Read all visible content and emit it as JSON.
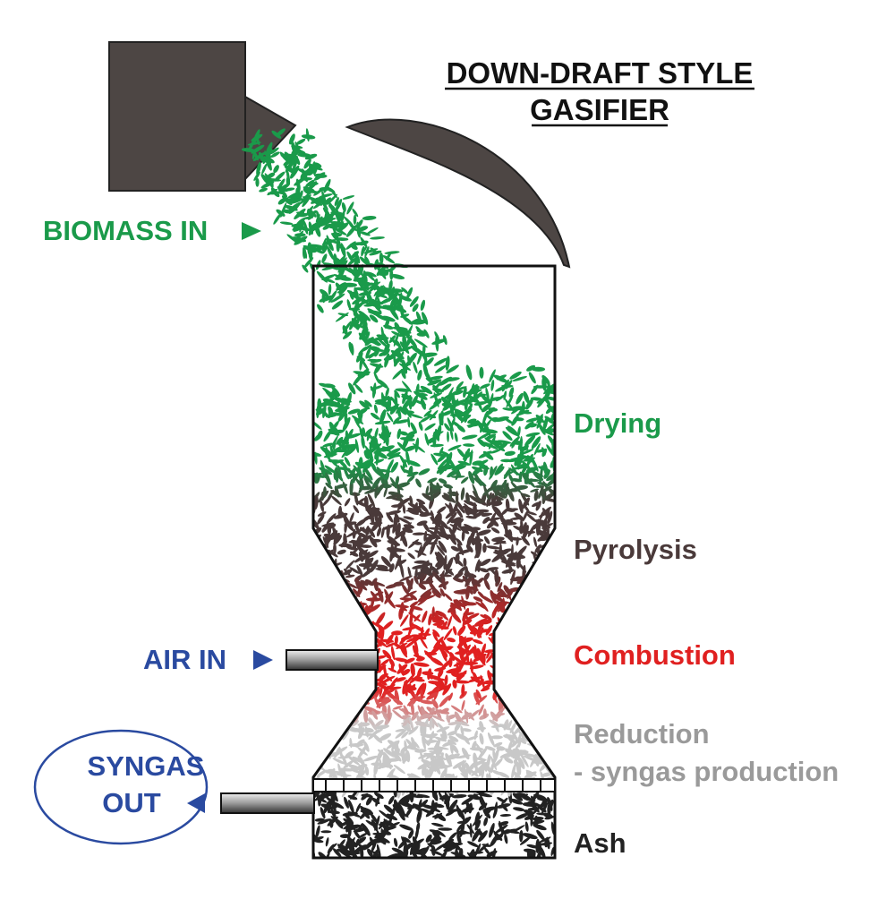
{
  "title": {
    "line1": "DOWN-DRAFT STYLE",
    "line2": "GASIFIER"
  },
  "inputs": {
    "biomass": "BIOMASS IN",
    "air": "AIR IN",
    "syngas_line1": "SYNGAS",
    "syngas_line2": "OUT"
  },
  "stages": {
    "drying": "Drying",
    "pyrolysis": "Pyrolysis",
    "combustion": "Combustion",
    "reduction_line1": "Reduction",
    "reduction_line2": "- syngas production",
    "ash": "Ash"
  },
  "colors": {
    "biomass": "#1a9a4a",
    "pyrolysis": "#4a3a3a",
    "combustion": "#e02020",
    "reduction": "#9a9a9a",
    "ash": "#222222",
    "air": "#2a4aa0",
    "hopper": "#4d4644"
  }
}
